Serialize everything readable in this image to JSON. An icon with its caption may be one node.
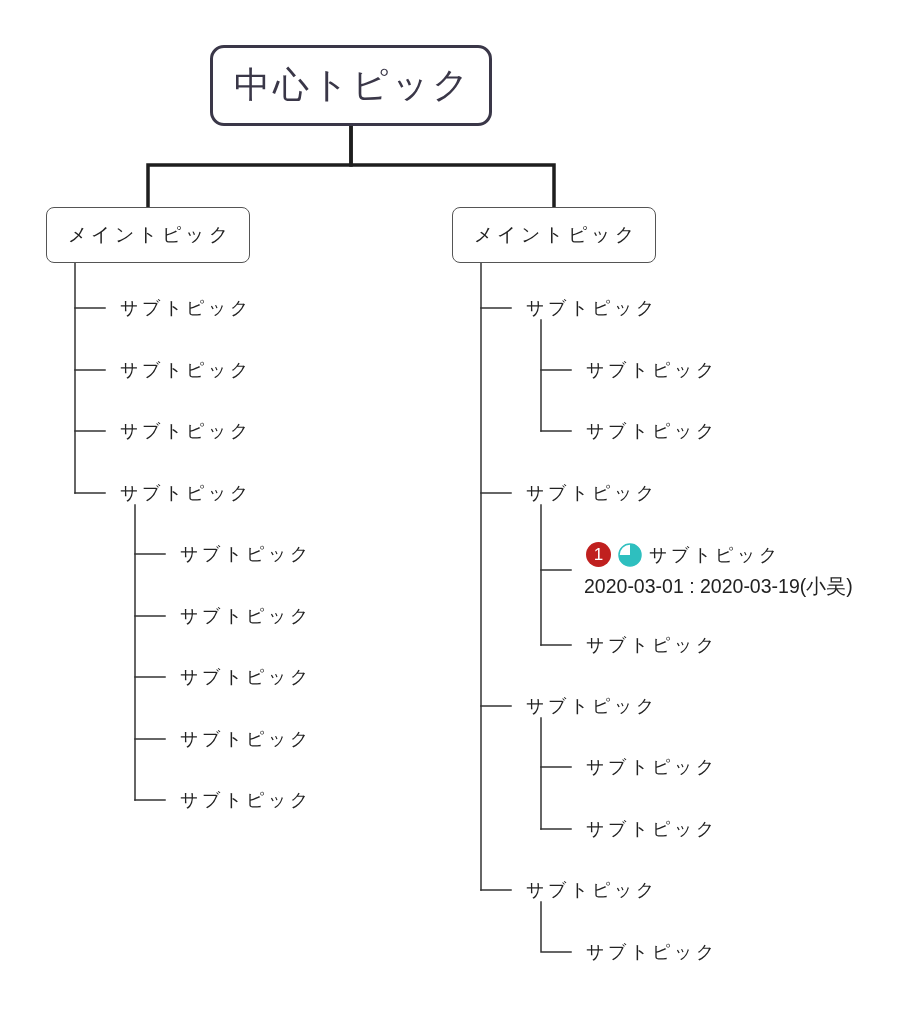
{
  "diagram": {
    "nodes": [
      {
        "text": [
          "中心トピック"
        ]
      },
      {
        "text": [
          "メイントピック"
        ]
      },
      {
        "text": [
          "サブトピック"
        ]
      },
      {
        "text": [
          "サブトピック"
        ]
      },
      {
        "text": [
          "サブトピック"
        ]
      },
      {
        "text": [
          "サブトピック"
        ]
      },
      {
        "text": [
          "サブトピック"
        ]
      },
      {
        "text": [
          "サブトピック"
        ]
      },
      {
        "text": [
          "サブトピック"
        ]
      },
      {
        "text": [
          "サブトピック"
        ]
      },
      {
        "text": [
          "サブトピック"
        ]
      },
      {
        "text": [
          "メイントピック"
        ]
      },
      {
        "text": [
          "サブトピック"
        ]
      },
      {
        "text": [
          "サブトピック"
        ]
      },
      {
        "text": [
          "サブトピック"
        ]
      },
      {
        "text": [
          "サブトピック"
        ]
      },
      {
        "text": [
          "1",
          "サブトピック",
          "2020-03-01 : 2020-03-19(小吴)"
        ]
      },
      {
        "text": [
          "サブトピック"
        ]
      },
      {
        "text": [
          "サブトピック"
        ]
      },
      {
        "text": [
          "サブトピック"
        ]
      },
      {
        "text": [
          "サブトピック"
        ]
      },
      {
        "text": [
          "サブトピック"
        ]
      },
      {
        "text": [
          "サブトピック"
        ]
      }
    ],
    "edges": [
      {
        "from": 0,
        "to": 1,
        "arrow": "none",
        "style": "thick"
      },
      {
        "from": 0,
        "to": 11,
        "arrow": "none",
        "style": "thick"
      },
      {
        "from": 1,
        "to": 2,
        "arrow": "none"
      },
      {
        "from": 1,
        "to": 3,
        "arrow": "none"
      },
      {
        "from": 1,
        "to": 4,
        "arrow": "none"
      },
      {
        "from": 1,
        "to": 5,
        "arrow": "none"
      },
      {
        "from": 5,
        "to": 6,
        "arrow": "none"
      },
      {
        "from": 5,
        "to": 7,
        "arrow": "none"
      },
      {
        "from": 5,
        "to": 8,
        "arrow": "none"
      },
      {
        "from": 5,
        "to": 9,
        "arrow": "none"
      },
      {
        "from": 5,
        "to": 10,
        "arrow": "none"
      },
      {
        "from": 11,
        "to": 12,
        "arrow": "none"
      },
      {
        "from": 11,
        "to": 15,
        "arrow": "none"
      },
      {
        "from": 11,
        "to": 18,
        "arrow": "none"
      },
      {
        "from": 11,
        "to": 21,
        "arrow": "none"
      },
      {
        "from": 12,
        "to": 13,
        "arrow": "none"
      },
      {
        "from": 12,
        "to": 14,
        "arrow": "none"
      },
      {
        "from": 15,
        "to": 16,
        "arrow": "none"
      },
      {
        "from": 15,
        "to": 17,
        "arrow": "none"
      },
      {
        "from": 18,
        "to": 19,
        "arrow": "none"
      },
      {
        "from": 18,
        "to": 20,
        "arrow": "none"
      },
      {
        "from": 21,
        "to": 22,
        "arrow": "none"
      }
    ]
  }
}
